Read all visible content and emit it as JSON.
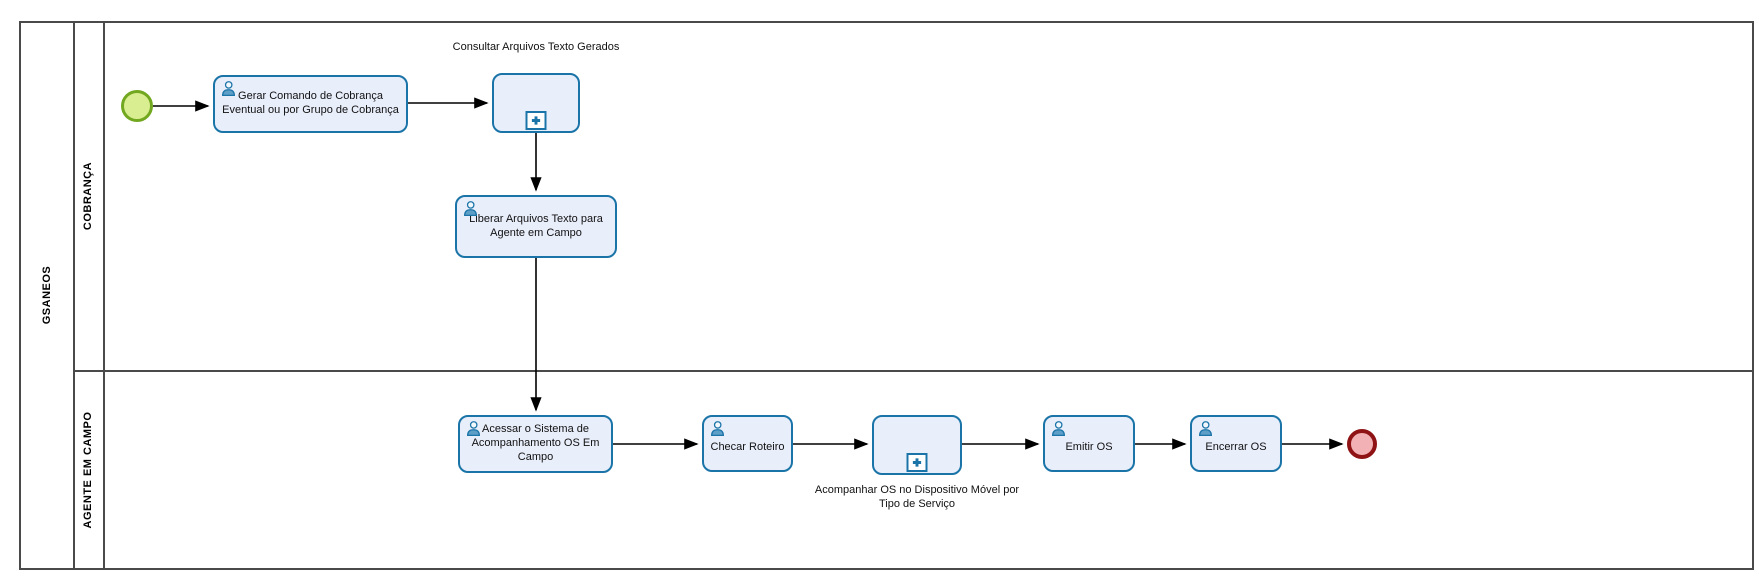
{
  "pool": {
    "label": "GSANEOS"
  },
  "lanes": [
    {
      "label": "COBRANÇA"
    },
    {
      "label": "AGENTE EM CAMPO"
    }
  ],
  "nodes": {
    "task_gerar_comando": "Gerar Comando de Cobrança Eventual ou por Grupo de Cobrança",
    "subprocess_consultar": "Consultar Arquivos Texto Gerados",
    "task_liberar_arquivos": "Liberar Arquivos Texto para Agente em Campo",
    "task_acessar_sistema": "Acessar o Sistema de Acompanhamento OS Em Campo",
    "task_checar_roteiro": "Checar Roteiro",
    "subprocess_acompanhar": "Acompanhar OS no Dispositivo Móvel por Tipo de Serviço",
    "task_emitir_os": "Emitir OS",
    "task_encerrar_os": "Encerrar OS"
  },
  "colors": {
    "task_fill": "#e9eefb",
    "task_border": "#1b74a8",
    "start_fill": "#d9ee90",
    "start_border": "#72a81f",
    "end_fill": "#f2b2b5",
    "end_border": "#8f1315",
    "frame": "#4a4a4a",
    "flow": "#000000"
  }
}
